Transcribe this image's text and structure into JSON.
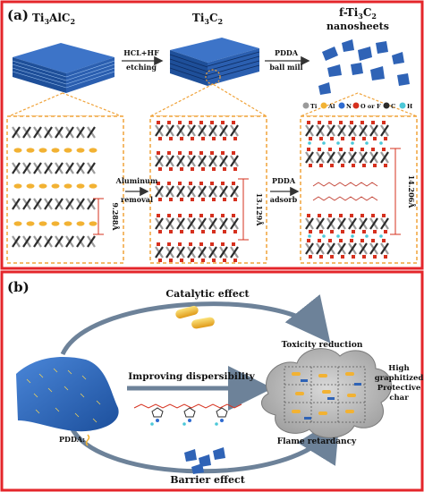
{
  "colors": {
    "border_red": "#e4252a",
    "orange_dashed": "#f0a33a",
    "arrow_blue_gray": "#6d8299",
    "sheet_blue": "#2f63b6",
    "ti_gray": "#9a9a9a",
    "al_orange": "#f2b233",
    "o_red": "#d6301e",
    "n_blue": "#2f6bd0",
    "c_black": "#2b2b2b",
    "h_cyan": "#4cc8d8"
  },
  "panel_a": {
    "label": "(a)",
    "stage1": {
      "title_main": "Ti",
      "title_sub1": "3",
      "title_mid": "AlC",
      "title_sub2": "2"
    },
    "stage2": {
      "title_main": "Ti",
      "title_sub1": "3",
      "title_mid": "C",
      "title_sub2": "2"
    },
    "stage3": {
      "title_line1_main": "f-Ti",
      "title_line1_sub1": "3",
      "title_line1_mid": "C",
      "title_line1_sub2": "2",
      "title_line2": "nanosheets"
    },
    "arrow1": {
      "top": "HCL+HF",
      "bottom": "etching"
    },
    "arrow2": {
      "top": "PDDA",
      "bottom": "ball mill"
    },
    "arrow3": {
      "top": "Aluminum",
      "bottom": "removal"
    },
    "arrow4": {
      "top": "PDDA",
      "bottom": "adsorb"
    },
    "legend": [
      {
        "symbol": "Ti",
        "color_key": "ti_gray"
      },
      {
        "symbol": "Al",
        "color_key": "al_orange"
      },
      {
        "symbol": "N",
        "color_key": "n_blue"
      },
      {
        "symbol": "O or F",
        "color_key": "o_red"
      },
      {
        "symbol": "C",
        "color_key": "c_black"
      },
      {
        "symbol": "H",
        "color_key": "h_cyan"
      }
    ],
    "spacing1": "9.288Å",
    "spacing2": "13.129Å",
    "spacing3": "14.206Å"
  },
  "panel_b": {
    "label": "(b)",
    "catalytic": "Catalytic effect",
    "dispersibility": "Improving dispersibility",
    "barrier": "Barrier effect",
    "toxicity": "Toxicity reduction",
    "flame": "Flame retardancy",
    "char_line1": "High",
    "char_line2": "graphitized",
    "char_line3": "Protective",
    "char_line4": "char",
    "pdda_label": "PDDA:"
  }
}
